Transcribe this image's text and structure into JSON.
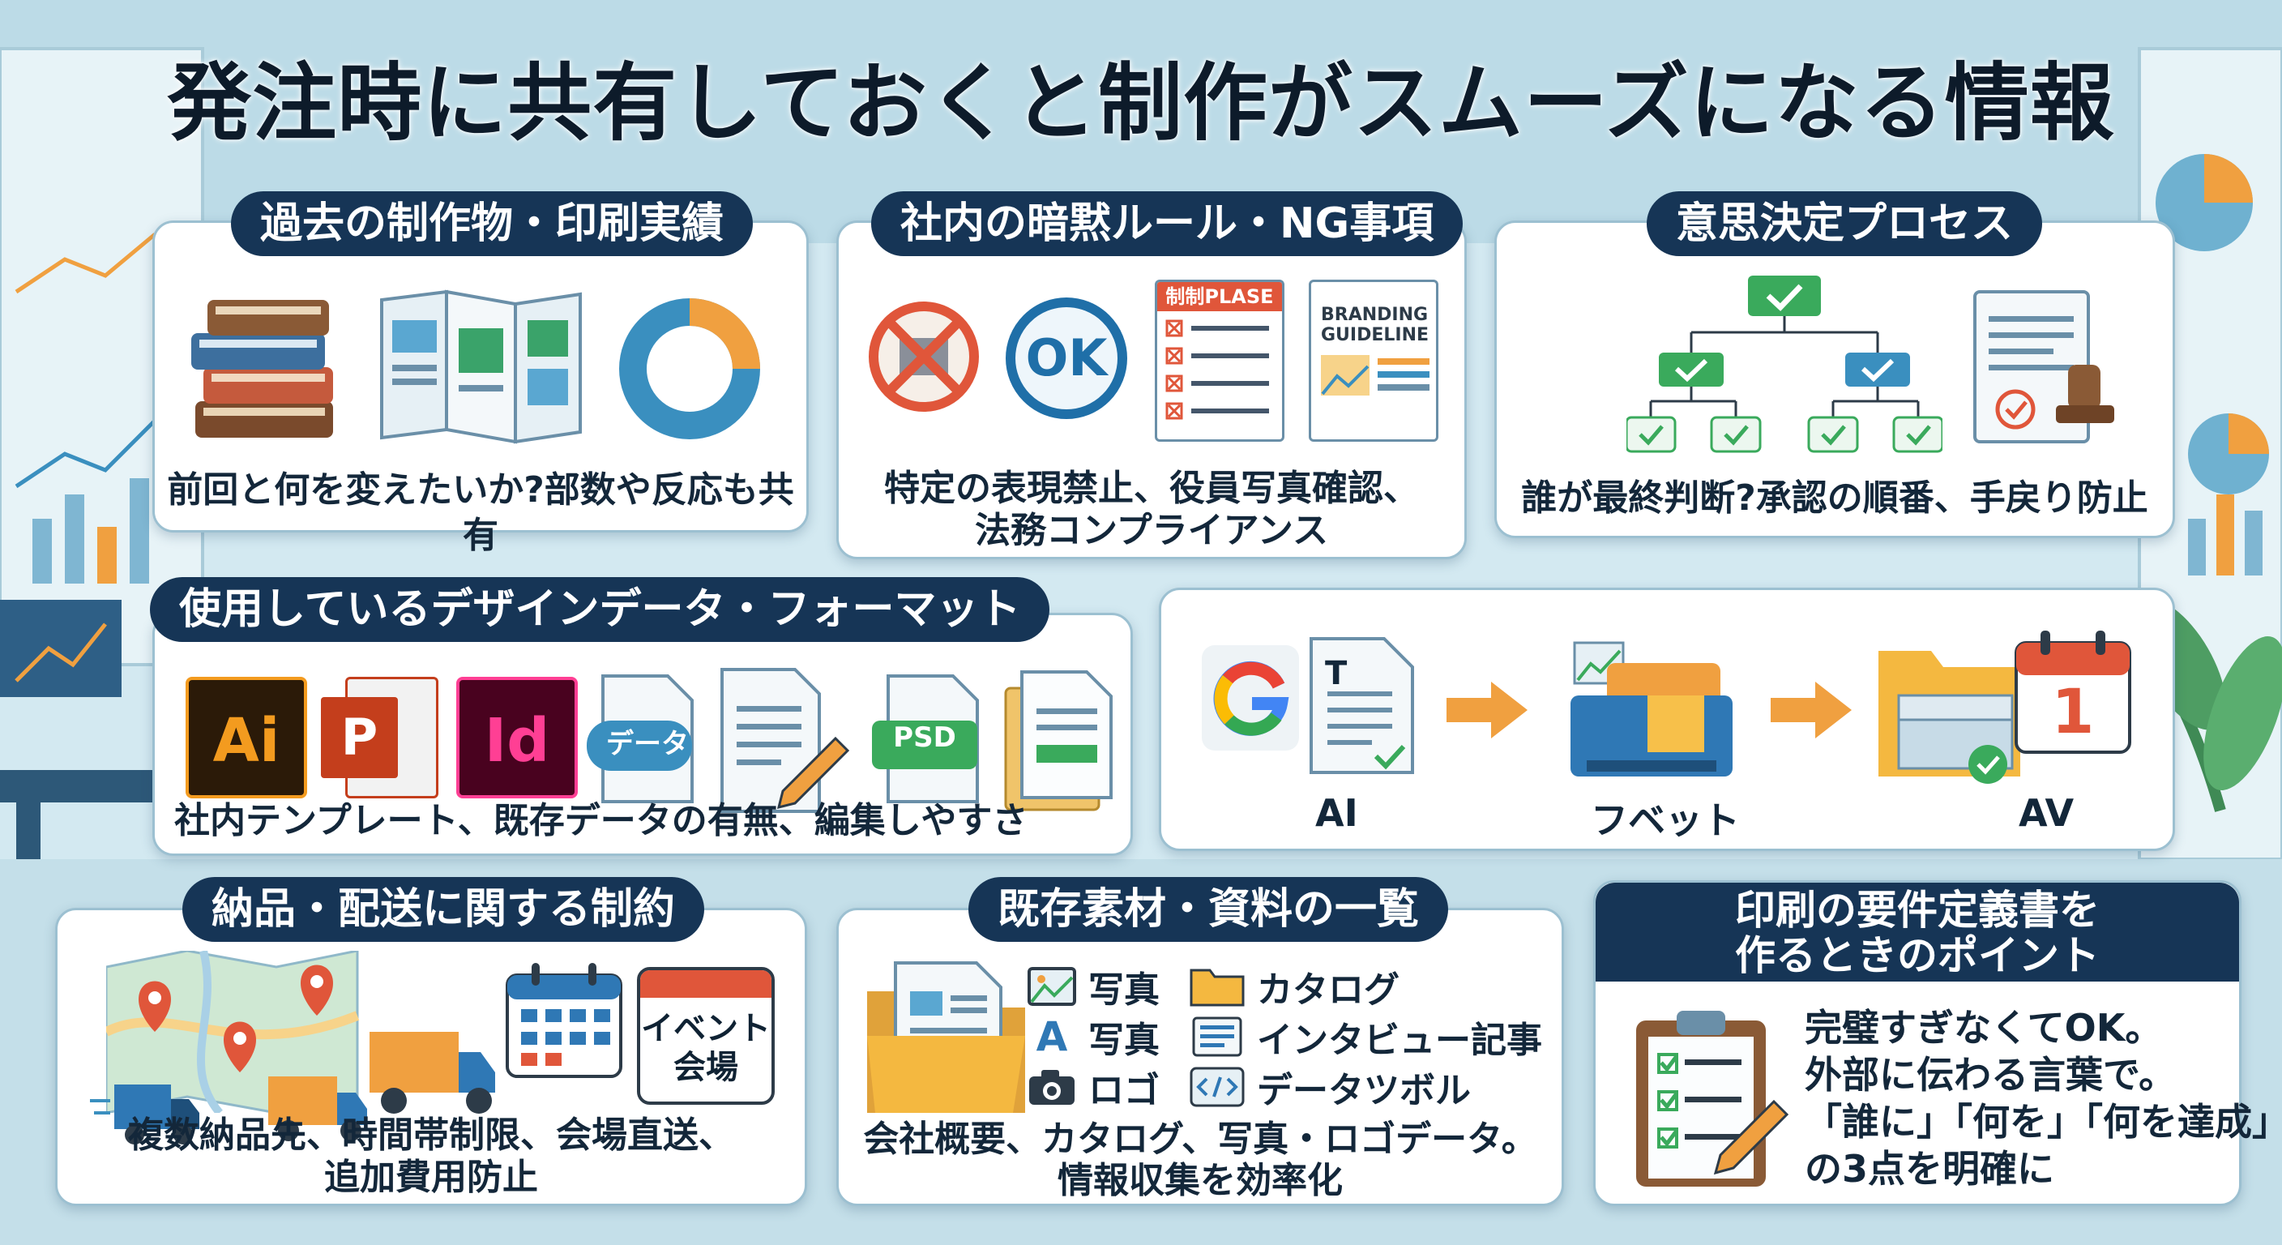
{
  "title": "発注時に共有しておくと制作がスムーズになる情報",
  "sections": {
    "past": {
      "heading": "過去の制作物・印刷実績",
      "caption": "前回と何を変えたいか?部数や反応も共有"
    },
    "rules": {
      "heading": "社内の暗黙ルール・NG事項",
      "caption_line1": "特定の表現禁止、役員写真確認、",
      "caption_line2": "法務コンプライアンス",
      "ok_text": "OK",
      "checklist_title": "制制PLASE",
      "guideline_line1": "BRANDING",
      "guideline_line2": "GUIDELINE"
    },
    "decision": {
      "heading": "意思決定プロセス",
      "caption": "誰が最終判断?承認の順番、手戻り防止"
    },
    "design": {
      "heading": "使用しているデザインデータ・フォーマット",
      "caption": "社内テンプレート、既存データの有無、編集しやすさ",
      "ai_label": "Ai",
      "ppt_label": "P",
      "id_label": "Id",
      "data_label": "データ",
      "psd_label": "PSD"
    },
    "workflow": {
      "step1_label": "AI",
      "step2_label": "フベット",
      "step3_label": "AV",
      "calendar_num": "1",
      "doc_letter": "T"
    },
    "delivery": {
      "heading": "納品・配送に関する制約",
      "caption_line1": "複数納品先、時間帯制限、会場直送、",
      "caption_line2": "追加費用防止",
      "event_line1": "イベント",
      "event_line2": "会場"
    },
    "materials": {
      "heading": "既存素材・資料の一覧",
      "caption_line1": "会社概要、カタログ、写真・ロゴデータ。",
      "caption_line2": "情報収集を効率化",
      "items": [
        {
          "icon": "image-icon",
          "label": "写真"
        },
        {
          "icon": "font-a-icon",
          "label": "写真"
        },
        {
          "icon": "camera-icon",
          "label": "ロゴ"
        },
        {
          "icon": "folder-icon",
          "label": "カタログ"
        },
        {
          "icon": "article-icon",
          "label": "インタビュー記事"
        },
        {
          "icon": "code-icon",
          "label": "データツボル"
        }
      ]
    },
    "tips": {
      "heading_line1": "印刷の要件定義書を",
      "heading_line2": "作るときのポイント",
      "points": [
        "完璧すぎなくてOK。",
        "外部に伝わる言葉で。",
        "「誰に」「何を」「何を達成」",
        "の3点を明確に"
      ]
    }
  },
  "colors": {
    "navy": "#163556",
    "card_border": "#9cc0d1",
    "background": "#cfe7f0",
    "accent_orange": "#f0a040",
    "accent_green": "#3aaa5c",
    "accent_red": "#e0563a"
  }
}
